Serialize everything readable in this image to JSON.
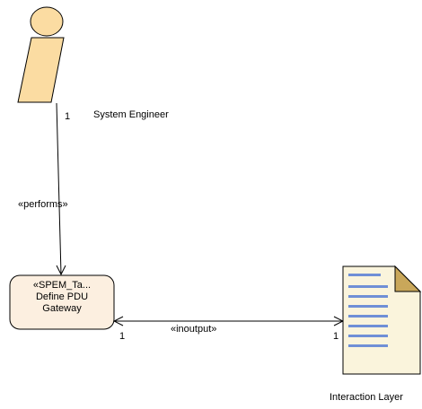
{
  "actor": {
    "name": "System Engineer",
    "multiplicity": "1"
  },
  "task": {
    "line1": "«SPEM_Ta...",
    "line2": "Define PDU",
    "line3": "Gateway",
    "multiplicity": "1"
  },
  "artifact": {
    "name": "Interaction Layer",
    "multiplicity": "1"
  },
  "connectors": {
    "performs_label": "«performs»",
    "inoutput_label": "«inoutput»"
  },
  "colors": {
    "actor_fill": "#fbdca2",
    "task_fill": "#fcefe0",
    "artifact_fill": "#faf4dc",
    "artifact_fold": "#c9a75a",
    "artifact_lines": "#6f8fd6"
  }
}
